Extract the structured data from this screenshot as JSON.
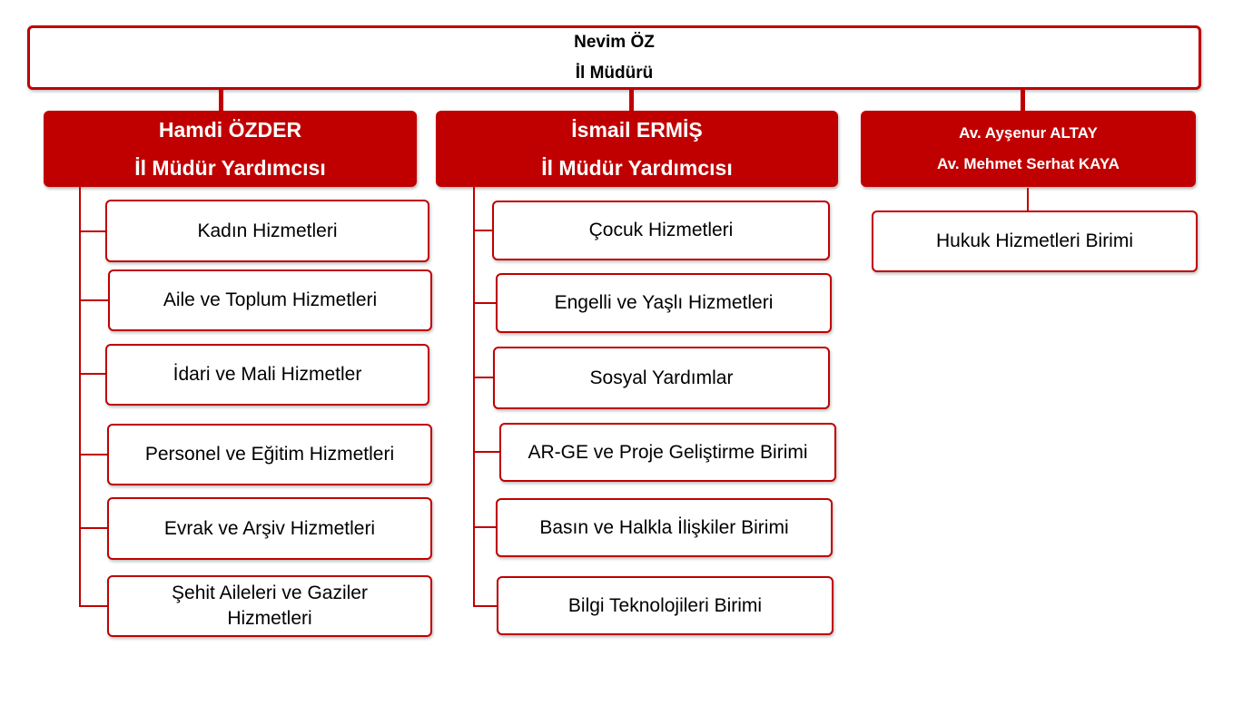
{
  "director": {
    "name": "Nevim ÖZ",
    "title": "İl Müdürü"
  },
  "deputy1": {
    "name": "Hamdi ÖZDER",
    "title": "İl Müdür Yardımcısı",
    "units": [
      "Kadın Hizmetleri",
      "Aile ve Toplum Hizmetleri",
      "İdari ve Mali Hizmetler",
      "Personel ve Eğitim Hizmetleri",
      "Evrak ve Arşiv Hizmetleri",
      "Şehit Aileleri ve Gaziler Hizmetleri"
    ]
  },
  "deputy2": {
    "name": "İsmail ERMİŞ",
    "title": "İl Müdür Yardımcısı",
    "units": [
      "Çocuk Hizmetleri",
      "Engelli ve Yaşlı Hizmetleri",
      "Sosyal Yardımlar",
      "AR-GE ve Proje Geliştirme Birimi",
      "Basın ve Halkla İlişkiler Birimi",
      "Bilgi Teknolojileri Birimi"
    ]
  },
  "legal": {
    "line1": "Av. Ayşenur ALTAY",
    "line2": "Av. Mehmet Serhat KAYA",
    "units": [
      "Hukuk Hizmetleri Birimi"
    ]
  }
}
